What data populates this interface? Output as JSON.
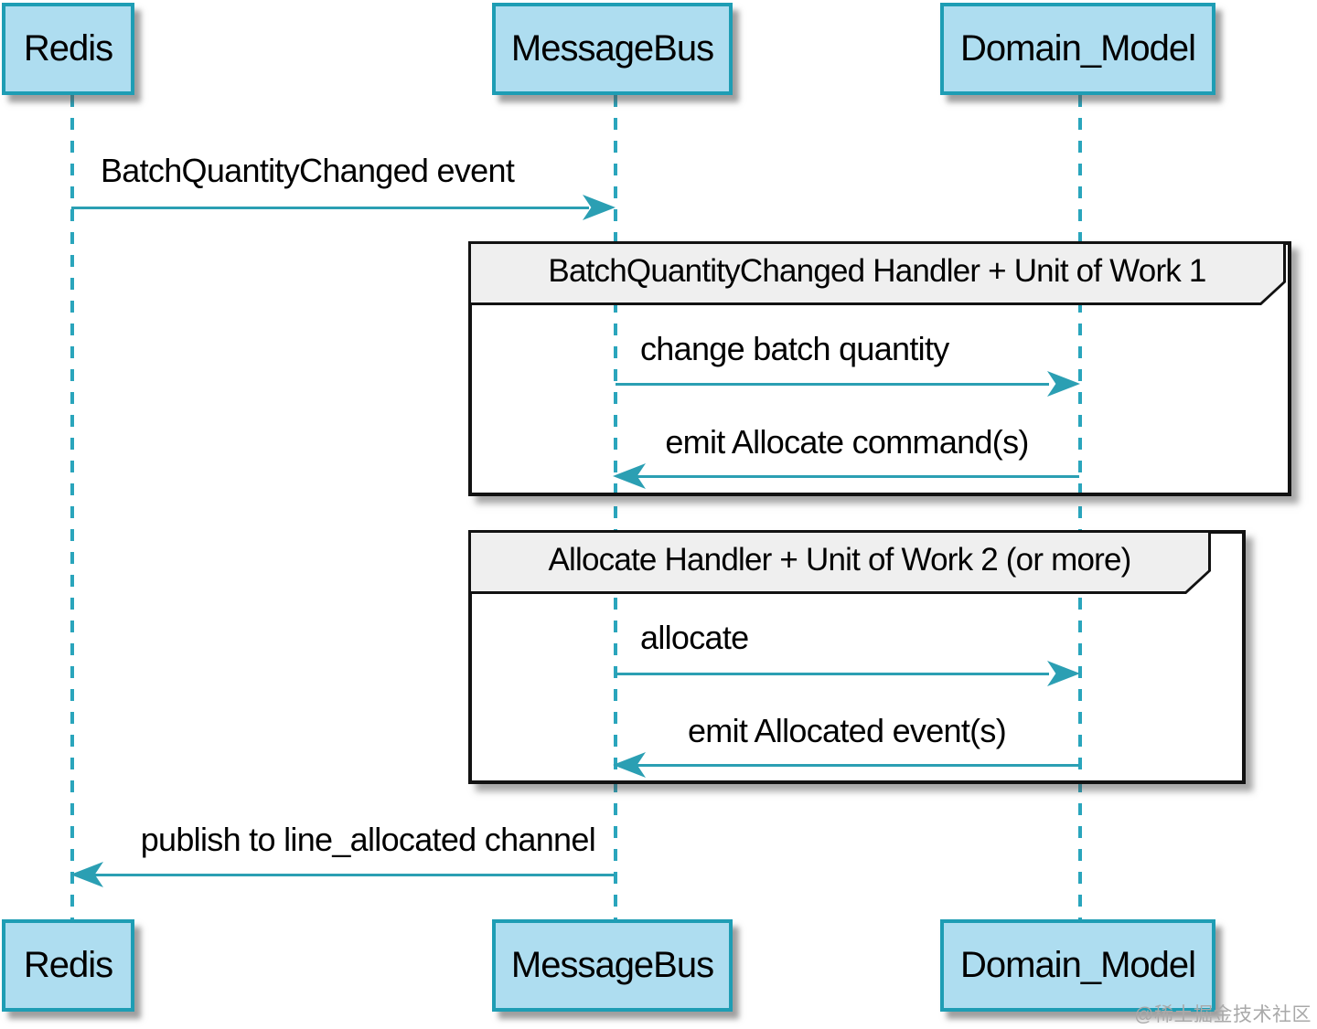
{
  "actors": [
    {
      "name": "Redis"
    },
    {
      "name": "MessageBus"
    },
    {
      "name": "Domain_Model"
    }
  ],
  "frames": [
    {
      "title": "BatchQuantityChanged Handler + Unit of Work 1"
    },
    {
      "title": "Allocate Handler + Unit of Work 2 (or more)"
    }
  ],
  "messages": [
    {
      "label": "BatchQuantityChanged event",
      "from": "Redis",
      "to": "MessageBus"
    },
    {
      "label": "change batch quantity",
      "from": "MessageBus",
      "to": "Domain_Model"
    },
    {
      "label": "emit Allocate command(s)",
      "from": "Domain_Model",
      "to": "MessageBus"
    },
    {
      "label": "allocate",
      "from": "MessageBus",
      "to": "Domain_Model"
    },
    {
      "label": "emit Allocated event(s)",
      "from": "Domain_Model",
      "to": "MessageBus"
    },
    {
      "label": "publish to line_allocated channel",
      "from": "MessageBus",
      "to": "Redis"
    }
  ],
  "watermark": "@稀土掘金技术社区",
  "colors": {
    "actor_fill": "#aeddf0",
    "actor_border": "#1e9db4",
    "lifeline": "#2aa5bc",
    "arrow": "#2b9fb3",
    "frame_border": "#121212",
    "frame_header_fill": "#efefef",
    "text": "#000000",
    "watermark_text": "#a9a9a9"
  }
}
